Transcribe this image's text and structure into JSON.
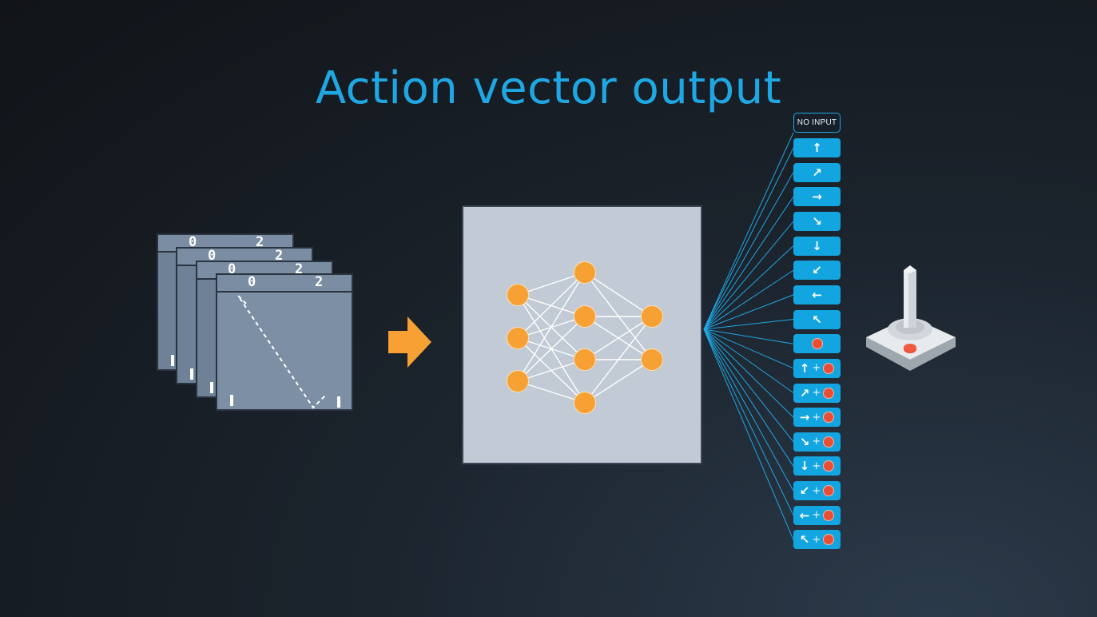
{
  "title": "Action vector output",
  "frames": [
    {
      "score_left": "0",
      "score_right": "2"
    },
    {
      "score_left": "0",
      "score_right": "2"
    },
    {
      "score_left": "0",
      "score_right": "2"
    },
    {
      "score_left": "0",
      "score_right": "2"
    }
  ],
  "network": {
    "layers": [
      3,
      4,
      2
    ],
    "node_color": "#f7a033",
    "edge_color": "#ffffff"
  },
  "actions": {
    "no_input_label": "NO INPUT",
    "items": [
      {
        "icon": "arrow-up-icon",
        "glyph": "↑",
        "fire": false
      },
      {
        "icon": "arrow-up-right-icon",
        "glyph": "↗",
        "fire": false
      },
      {
        "icon": "arrow-right-icon",
        "glyph": "→",
        "fire": false
      },
      {
        "icon": "arrow-down-right-icon",
        "glyph": "↘",
        "fire": false
      },
      {
        "icon": "arrow-down-icon",
        "glyph": "↓",
        "fire": false
      },
      {
        "icon": "arrow-down-left-icon",
        "glyph": "↙",
        "fire": false
      },
      {
        "icon": "arrow-left-icon",
        "glyph": "←",
        "fire": false
      },
      {
        "icon": "arrow-up-left-icon",
        "glyph": "↖",
        "fire": false
      },
      {
        "icon": "fire-button-icon",
        "glyph": "",
        "fire": true
      },
      {
        "icon": "arrow-up-icon",
        "glyph": "↑",
        "fire": true
      },
      {
        "icon": "arrow-up-right-icon",
        "glyph": "↗",
        "fire": true
      },
      {
        "icon": "arrow-right-icon",
        "glyph": "→",
        "fire": true
      },
      {
        "icon": "arrow-down-right-icon",
        "glyph": "↘",
        "fire": true
      },
      {
        "icon": "arrow-down-icon",
        "glyph": "↓",
        "fire": true
      },
      {
        "icon": "arrow-down-left-icon",
        "glyph": "↙",
        "fire": true
      },
      {
        "icon": "arrow-left-icon",
        "glyph": "←",
        "fire": true
      },
      {
        "icon": "arrow-up-left-icon",
        "glyph": "↖",
        "fire": true
      }
    ],
    "plus": "+"
  },
  "colors": {
    "accent": "#1fa7e3",
    "button": "#13a5e0",
    "fire": "#e94e35",
    "arrow": "#f7a033",
    "frame": "#6e8196"
  }
}
